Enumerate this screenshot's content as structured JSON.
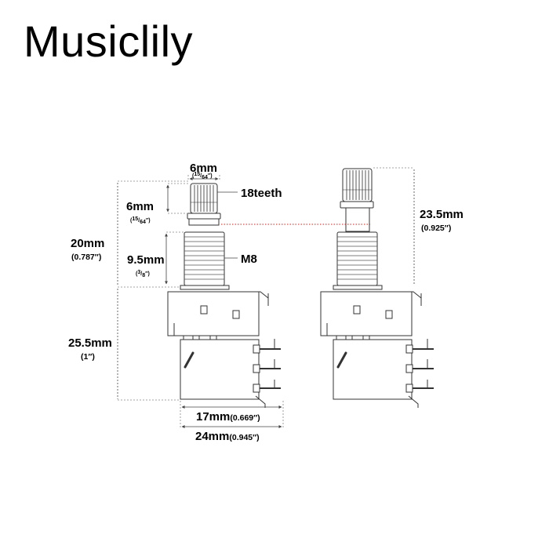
{
  "brand": "Musiclily",
  "left_part": {
    "shaft_width": {
      "main": "6mm",
      "num": "15",
      "den": "64"
    },
    "knurl_height": {
      "main": "6mm",
      "num": "15",
      "den": "64"
    },
    "teeth": "18teeth",
    "total_shaft": {
      "main": "20mm",
      "sub": "0.787″"
    },
    "bushing_height": {
      "main": "9.5mm",
      "num": "3",
      "den": "8"
    },
    "thread": "M8",
    "body_height": {
      "main": "25.5mm",
      "sub": "1″"
    },
    "width_inner": {
      "main": "17mm",
      "sub": "0.669″"
    },
    "width_outer": {
      "main": "24mm",
      "sub": "0.945″"
    }
  },
  "right_part": {
    "push_height": {
      "main": "23.5mm",
      "sub": "0.925″"
    }
  }
}
